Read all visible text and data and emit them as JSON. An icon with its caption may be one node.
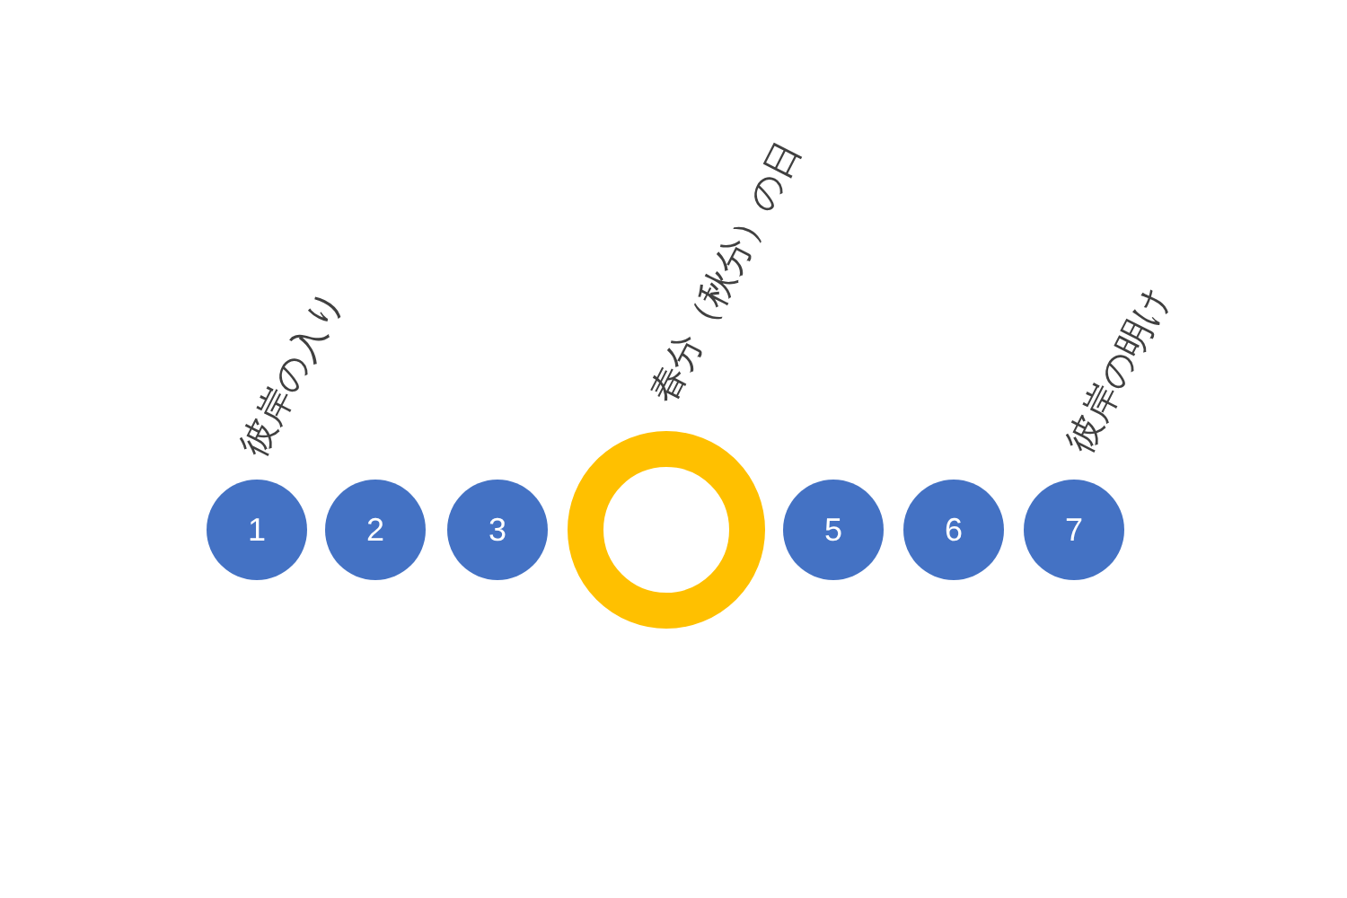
{
  "diagram": {
    "nodes": [
      {
        "text": [
          "1"
        ],
        "beside": [
          "彼岸の入り"
        ]
      },
      {
        "text": [
          "2"
        ]
      },
      {
        "text": [
          "3"
        ]
      },
      {
        "text": [],
        "shape": "ring",
        "beside": [
          "春分（秋分）の日"
        ]
      },
      {
        "text": [
          "5"
        ]
      },
      {
        "text": [
          "6"
        ]
      },
      {
        "text": [
          "7"
        ],
        "beside": [
          "彼岸の明け"
        ]
      }
    ]
  }
}
